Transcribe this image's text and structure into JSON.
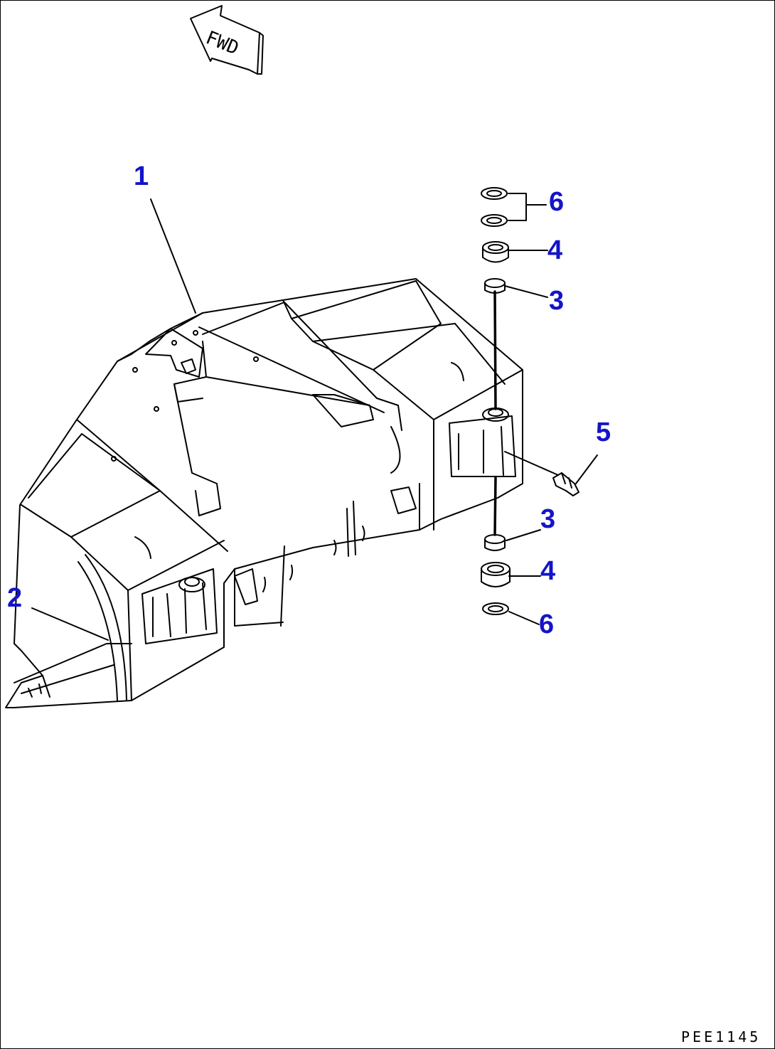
{
  "direction_label": "FWD",
  "callouts": [
    {
      "id": "c1",
      "text": "1"
    },
    {
      "id": "c2",
      "text": "2"
    },
    {
      "id": "c3a",
      "text": "3"
    },
    {
      "id": "c3b",
      "text": "3"
    },
    {
      "id": "c4a",
      "text": "4"
    },
    {
      "id": "c4b",
      "text": "4"
    },
    {
      "id": "c5",
      "text": "5"
    },
    {
      "id": "c6a",
      "text": "6"
    },
    {
      "id": "c6b",
      "text": "6"
    }
  ],
  "drawing_code": "PEE1145",
  "colors": {
    "callout": "#1414c8",
    "line": "#000000",
    "background": "#ffffff"
  }
}
